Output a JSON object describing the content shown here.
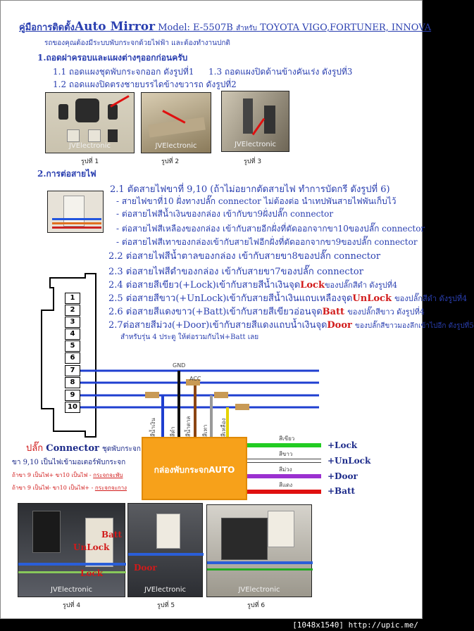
{
  "header": {
    "title_prefix": "คู่มือการติดตั้ง",
    "title_product": "Auto Mirror",
    "title_model": "Model: E-5507B",
    "title_for": "สำหรับ",
    "title_cars": "TOYOTA VIGO,FORTUNER, INNOVA",
    "subtitle": "รถของคุณต้องมีระบบพับกระจกด้วยไฟฟ้า และต้องทำงานปกติ"
  },
  "section1": {
    "heading": "1.ถอดฝาครอบและแผงต่างๆออกก่อนครับ",
    "step_1_1": "1.1  ถอดแผงชุดพับกระจกออก ดังรูปที่1",
    "step_1_3": "1.3  ถอดแผงปิดด้านข้างคันเร่ง  ดังรูปที่3",
    "step_1_2": "1.2  ถอดแผงปิดตรงชายบรรไดข้างขวารถ ดังรูปที่2",
    "photos": [
      {
        "caption": "รูปที่ 1",
        "watermark": "JVElectronic"
      },
      {
        "caption": "รูปที่ 2",
        "watermark": "JVElectronic"
      },
      {
        "caption": "รูปที่ 3",
        "watermark": "JVElectronic"
      }
    ]
  },
  "section2": {
    "heading": "2.การต่อสายไฟ",
    "step_2_1": "2.1  ตัดสายไฟขาที่  9,10  (ถ้าไม่อยากตัดสายไฟ ทำการบัดกรี ดังรูปที่ 6)",
    "bullet_1": "-  สายไฟขาที่10 ฝั่งทางปลั๊ก connector  ไม่ต้องต่อ นำเทปพันสายไฟพันเก็บไว้",
    "bullet_2": "-  ต่อสายไฟสีน้ำเงินของกล่อง เข้ากับขา9ฝั่งปลั๊ก connector",
    "bullet_3": "-  ต่อสายไฟสีเหลืองของกล่อง เข้ากับสายอีกฝั่งที่ตัดออกจากขา10ของปลั๊ก connector",
    "bullet_4": "-  ต่อสายไฟสีเทาของกล่องเข้ากับสายไฟอีกฝั่งที่ตัดออกจากขา9ของปลั๊ก connector",
    "step_2_2": "2.2  ต่อสายไฟสีน้ำตาลของกล่อง เข้ากับสายขา8ของปลั๊ก connector",
    "step_2_3": "2.3  ต่อสายไฟสีดำของกล่อง เข้ากับสายขา7ของปลั๊ก connector",
    "step_2_4_a": "2.4  ต่อสายสีเขียว(+Lock)เข้ากับสายสีน้ำเงินจุด",
    "step_2_4_key": "Lock",
    "step_2_4_b": "ของปลั๊กสีดำ ดังรูปที่4",
    "step_2_5_a": "2.5  ต่อสายสีขาว(+UnLock)เข้ากับสายสีน้ำเงินแถบเหลืองจุด",
    "step_2_5_key": "UnLock",
    "step_2_5_b": "ของปลั๊กสีดำ ดังรูปที่4",
    "step_2_6_a": "2.6  ต่อสายสีแดงขาว(+Batt)เข้ากับสายสีเขียวอ่อนจุด",
    "step_2_6_key": "Batt",
    "step_2_6_b": "ของปลั๊กสีขาว ดังรูปที่4",
    "step_2_7_a": "2.7ต่อสายสีม่วง(+Door)เข้ากับสายสีแดงแถบน้ำเงินจุด",
    "step_2_7_key": "Door",
    "step_2_7_b": "ของปลั๊กสีขาวมองลึกเข้าไปอีก ดังรูปที่5",
    "step_2_7_note": "สำหรับรุ่น 4 ประตู ให้ต่อรวมกับไฟ+Batt เลย"
  },
  "diagram": {
    "pins": [
      "1",
      "2",
      "3",
      "4",
      "5",
      "6",
      "7",
      "8",
      "9",
      "10"
    ],
    "gnd_label": "GND",
    "acc_label": "ACC",
    "wire_labels": [
      "สีน้ำเงิน",
      "สีดำ",
      "สีน้ำตาล",
      "สีเทา",
      "สีเหลือง"
    ],
    "box_label": "กล่องพับกระจกAUTO",
    "outputs": [
      {
        "color_name": "สีเขียว",
        "signal": "+Lock",
        "color": "#22cc22"
      },
      {
        "color_name": "สีขาว",
        "signal": "+UnLock",
        "color": "#ffffff"
      },
      {
        "color_name": "สีม่วง",
        "signal": "+Door",
        "color": "#9b30d0"
      },
      {
        "color_name": "สีแดง",
        "signal": "+Batt",
        "color": "#e01010"
      }
    ],
    "connector_title_a": "ปลั๊ก",
    "connector_title_b": "Connector",
    "connector_title_c": "ชุดพับกระจก",
    "note_1": "ขา 9,10 เป็นไฟเข้ามอเตอร์พับกระจก",
    "note_2a": "ถ้าขา 9 เป็นไฟ+  ขา10 เป็นไฟ -",
    "note_2b": "กระจกจะพับ",
    "note_3a": "ถ้าขา 9 เป็นไฟ-  ขา10 เป็นไฟ+ -",
    "note_3b": "กระจกจะกาง"
  },
  "bottom_photos": [
    {
      "caption": "รูปที่ 4",
      "watermark": "JVElectronic",
      "labels": [
        "Batt",
        "UnLock",
        "Lock"
      ]
    },
    {
      "caption": "รูปที่ 5",
      "watermark": "JVElectronic",
      "labels": [
        "Door"
      ]
    },
    {
      "caption": "รูปที่ 6",
      "watermark": "JVElectronic",
      "labels": []
    }
  ],
  "footer": "[1048x1540] http://upic.me/"
}
